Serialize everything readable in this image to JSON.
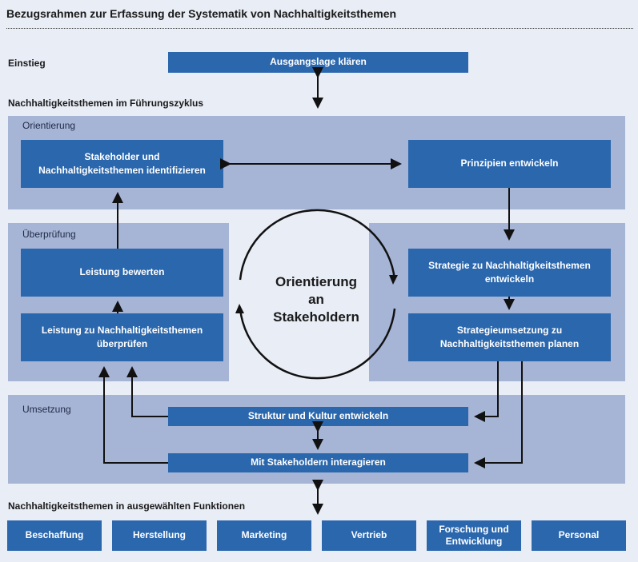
{
  "title": "Bezugsrahmen zur Erfassung der Systematik von Nachhaltigkeitsthemen",
  "sections": {
    "einstieg": "Einstieg",
    "fuehrungszyklus": "Nachhaltigkeitsthemen im Führungszyklus",
    "funktionen": "Nachhaltigkeitsthemen in ausgewählten Funktionen"
  },
  "panels": {
    "orientierung": "Orientierung",
    "ueberpruefung": "Überprüfung",
    "umsetzung": "Umsetzung"
  },
  "boxes": {
    "ausgangslage": "Ausgangslage klären",
    "stakeholder_identifizieren": "Stakeholder und\nNachhaltigkeitsthemen identifizieren",
    "prinzipien": "Prinzipien entwickeln",
    "leistung_bewerten": "Leistung bewerten",
    "leistung_ueberpruefen": "Leistung zu Nachhaltigkeitsthemen\nüberprüfen",
    "strategie_entwickeln": "Strategie zu Nachhaltigkeitsthemen\nentwickeln",
    "strategieumsetzung": "Strategieumsetzung zu\nNachhaltigkeitsthemen planen",
    "struktur_kultur": "Struktur und Kultur entwickeln",
    "stakeholder_interagieren": "Mit Stakeholdern interagieren"
  },
  "center": "Orientierung\nan\nStakeholdern",
  "functions": [
    "Beschaffung",
    "Herstellung",
    "Marketing",
    "Vertrieb",
    "Forschung und\nEntwicklung",
    "Personal"
  ],
  "colors": {
    "box": "#2b67ad",
    "panel": "#a6b4d6",
    "background": "#e9edf6"
  }
}
